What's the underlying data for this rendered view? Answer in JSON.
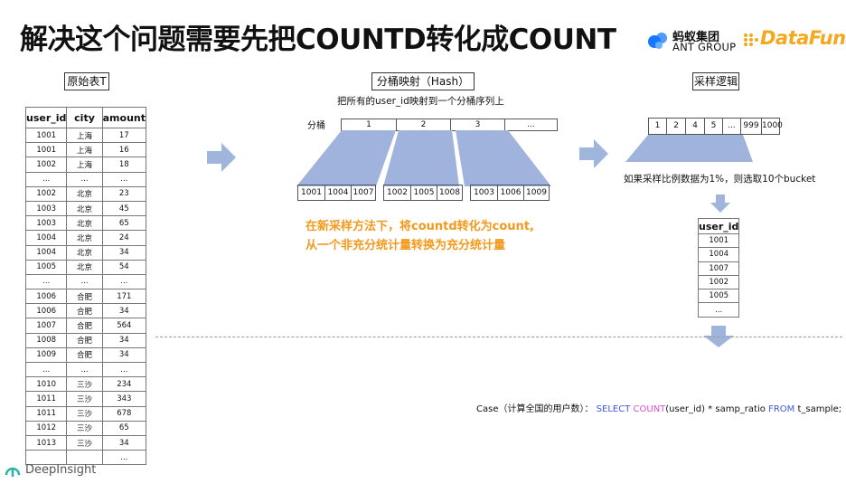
{
  "title": "解决这个问题需要先把COUNTD转化成COUNT",
  "logos": {
    "ant_cn": "蚂蚁集团",
    "ant_en": "ANT GROUP",
    "datafun": "DataFun."
  },
  "colors": {
    "arrow": "#9fb5dc",
    "funnel": "#9fb3dd",
    "orange_note": "#f39a1d",
    "sql_keyword": "#3b5bdb",
    "sql_function": "#d94fd1",
    "datafun": "#f4a81d"
  },
  "source_table": {
    "label": "原始表T",
    "headers": [
      "user_id",
      "city",
      "amount"
    ],
    "rows": [
      [
        "1001",
        "上海",
        "17"
      ],
      [
        "1001",
        "上海",
        "16"
      ],
      [
        "1002",
        "上海",
        "18"
      ],
      [
        "...",
        "...",
        "..."
      ],
      [
        "1002",
        "北京",
        "23"
      ],
      [
        "1003",
        "北京",
        "45"
      ],
      [
        "1003",
        "北京",
        "65"
      ],
      [
        "1004",
        "北京",
        "24"
      ],
      [
        "1004",
        "北京",
        "34"
      ],
      [
        "1005",
        "北京",
        "54"
      ],
      [
        "...",
        "...",
        "..."
      ],
      [
        "1006",
        "合肥",
        "171"
      ],
      [
        "1006",
        "合肥",
        "34"
      ],
      [
        "1007",
        "合肥",
        "564"
      ],
      [
        "1008",
        "合肥",
        "34"
      ],
      [
        "1009",
        "合肥",
        "34"
      ],
      [
        "...",
        "...",
        "..."
      ],
      [
        "1010",
        "三沙",
        "234"
      ],
      [
        "1011",
        "三沙",
        "343"
      ],
      [
        "1011",
        "三沙",
        "678"
      ],
      [
        "1012",
        "三沙",
        "65"
      ],
      [
        "1013",
        "三沙",
        "34"
      ],
      [
        "",
        "",
        "..."
      ]
    ]
  },
  "hash_section": {
    "label": "分桶映射（Hash）",
    "description": "把所有的user_id映射到一个分桶序列上",
    "bucket_label": "分桶",
    "buckets": [
      "1",
      "2",
      "3",
      "..."
    ],
    "groups": [
      [
        "1001",
        "1004",
        "1007"
      ],
      [
        "1002",
        "1005",
        "1008"
      ],
      [
        "1003",
        "1006",
        "1009"
      ]
    ],
    "note_line1": "在新采样方法下，将countd转化为count,",
    "note_line2": "从一个非充分统计量转换为充分统计量"
  },
  "sampling_section": {
    "label": "采样逻辑",
    "buckets": [
      "1",
      "2",
      "4",
      "5",
      "...",
      "999",
      "1000"
    ],
    "description": "如果采样比例数据为1%，则选取10个bucket",
    "table_header": "user_id",
    "table_rows": [
      "1001",
      "1004",
      "1007",
      "1002",
      "1005",
      "..."
    ]
  },
  "sql": {
    "prefix": "Case（计算全国的用户数）：",
    "select": "SELECT",
    "count": "COUNT",
    "args": "(user_id) * samp_ratio",
    "from": "FROM",
    "table": "t_sample;"
  },
  "watermark": "DeepInsight"
}
